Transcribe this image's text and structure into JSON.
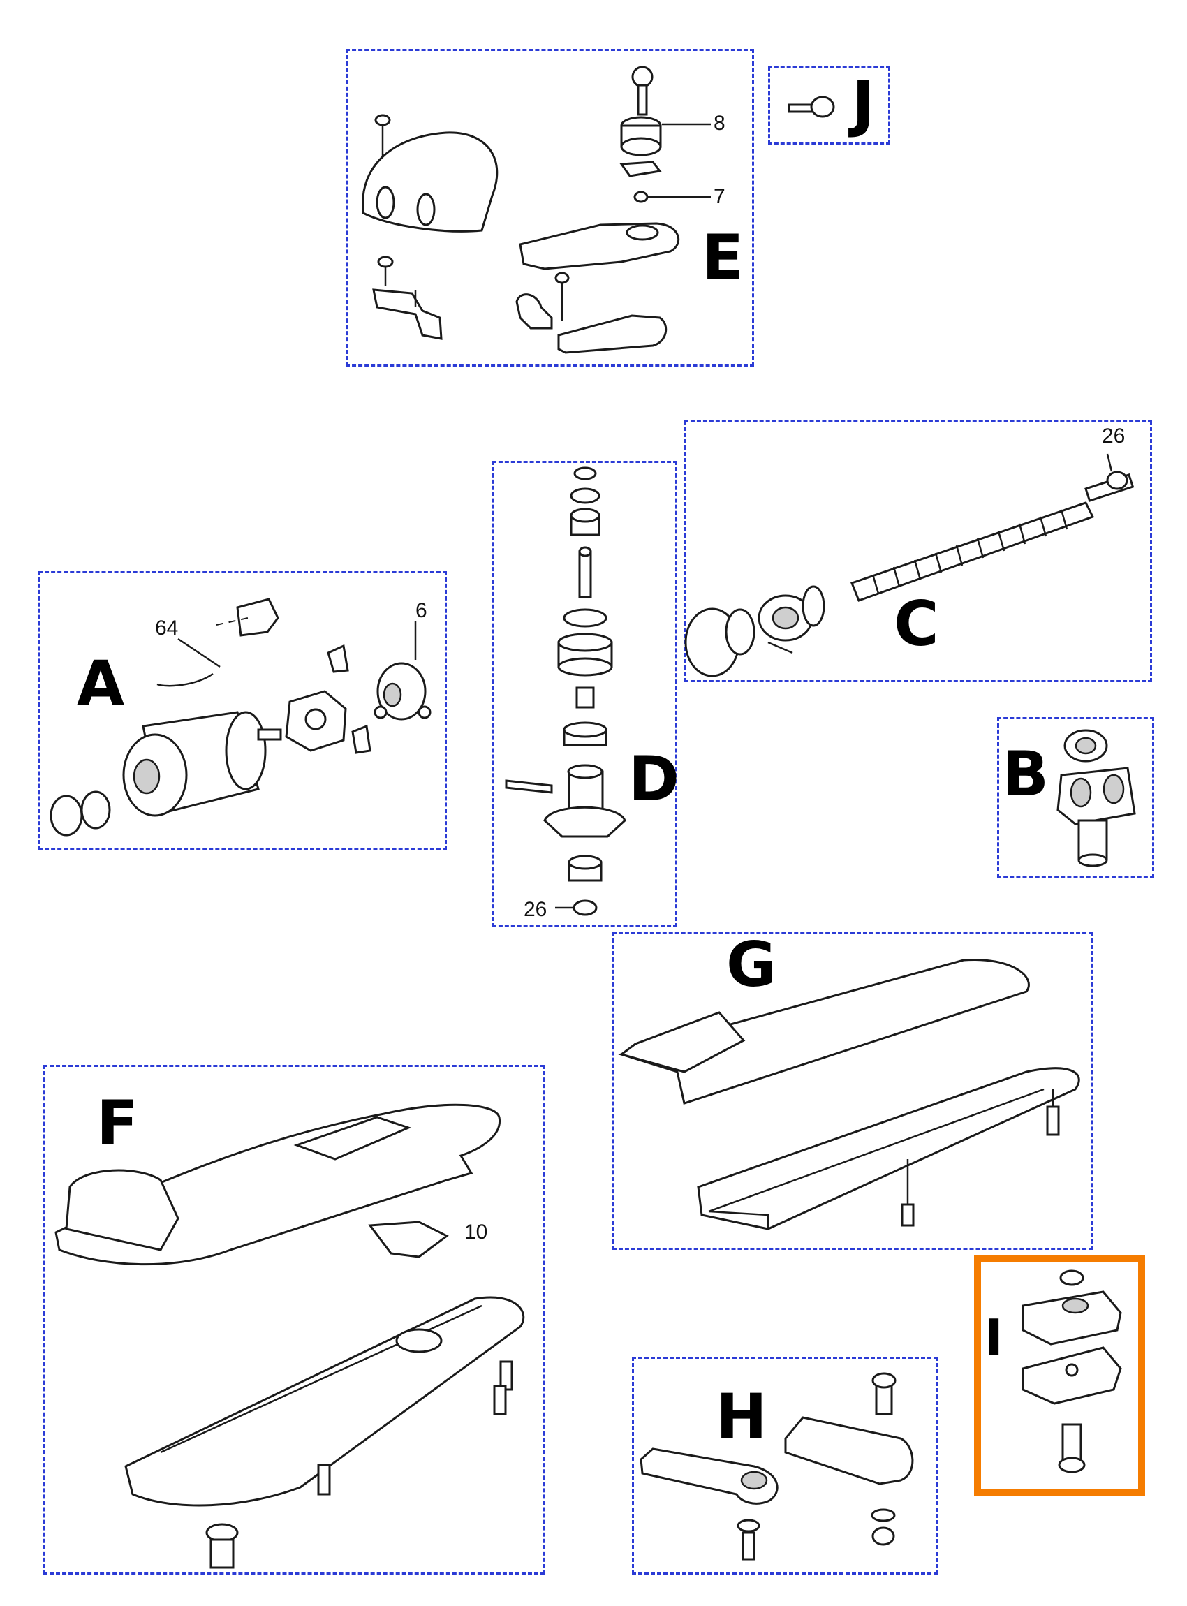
{
  "colors": {
    "group_border": "#2b3bd6",
    "highlight_border": "#f57c00",
    "ink": "#1a1a1a"
  },
  "groups": {
    "E": {
      "letter": "E",
      "callouts": [
        "8",
        "7"
      ]
    },
    "J": {
      "letter": "J"
    },
    "A": {
      "letter": "A",
      "callouts": [
        "64",
        "6"
      ]
    },
    "D": {
      "letter": "D",
      "callouts": [
        "26"
      ]
    },
    "C": {
      "letter": "C",
      "callouts": [
        "26"
      ]
    },
    "B": {
      "letter": "B"
    },
    "G": {
      "letter": "G"
    },
    "F": {
      "letter": "F",
      "callouts": [
        "10"
      ]
    },
    "H": {
      "letter": "H"
    },
    "I": {
      "letter": "I",
      "highlighted": true
    }
  },
  "icons": [
    "key-icon",
    "screw-icon",
    "gear-icon",
    "motor-icon",
    "spring-icon",
    "bearing-icon",
    "worm-screw-icon",
    "bracket-icon",
    "cover-icon",
    "base-plate-icon"
  ]
}
